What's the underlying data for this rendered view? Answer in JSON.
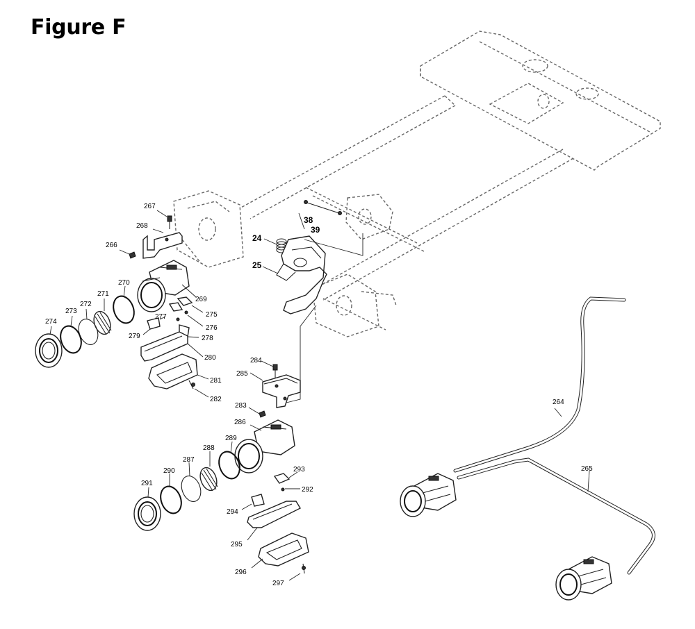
{
  "title": "Figure F",
  "labels": {
    "p24": "24",
    "p25": "25",
    "p38": "38",
    "p39": "39",
    "p264": "264",
    "p265": "265",
    "p266": "266",
    "p267": "267",
    "p268": "268",
    "p269": "269",
    "p270": "270",
    "p271": "271",
    "p272": "272",
    "p273": "273",
    "p274": "274",
    "p275": "275",
    "p276": "276",
    "p277": "277",
    "p278": "278",
    "p279": "279",
    "p280": "280",
    "p281": "281",
    "p282": "282",
    "p283": "283",
    "p284": "284",
    "p285": "285",
    "p286": "286",
    "p287": "287",
    "p288": "288",
    "p289": "289",
    "p290": "290",
    "p291": "291",
    "p292": "292",
    "p293": "293",
    "p294": "294",
    "p295": "295",
    "p296": "296",
    "p297": "297"
  }
}
